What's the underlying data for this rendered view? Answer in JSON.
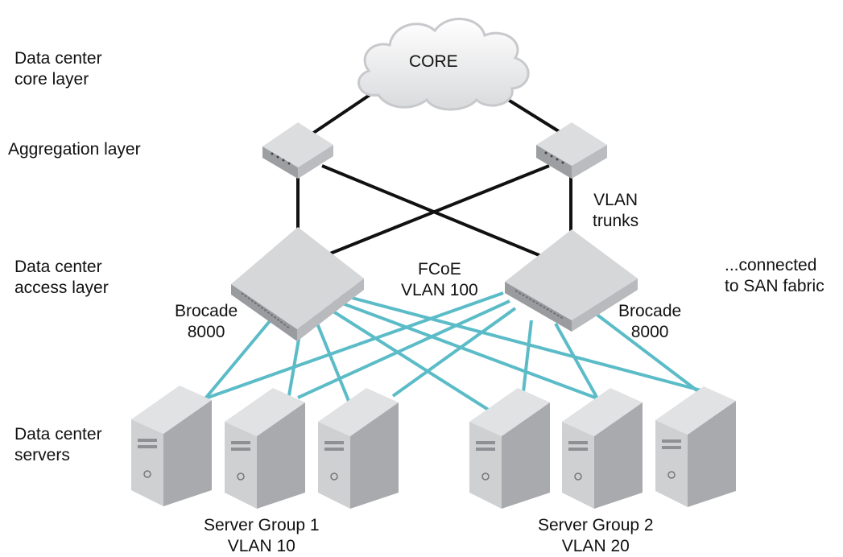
{
  "layers": {
    "core": [
      "Data center",
      "core layer"
    ],
    "aggregation": "Aggregation layer",
    "access": [
      "Data center",
      "access layer"
    ],
    "servers": [
      "Data center",
      "servers"
    ]
  },
  "cloud_label": "CORE",
  "vlan_trunks": [
    "VLAN",
    "trunks"
  ],
  "fcoe": [
    "FCoE",
    "VLAN 100"
  ],
  "san_note": [
    "...connected",
    "to SAN fabric"
  ],
  "switch_left": [
    "Brocade",
    "8000"
  ],
  "switch_right": [
    "Brocade",
    "8000"
  ],
  "group1": [
    "Server Group 1",
    "VLAN 10"
  ],
  "group2": [
    "Server Group 2",
    "VLAN 20"
  ],
  "colors": {
    "uplink": "#111111",
    "fcoe_link": "#5bbcc8",
    "device": "#b7b8bb"
  }
}
